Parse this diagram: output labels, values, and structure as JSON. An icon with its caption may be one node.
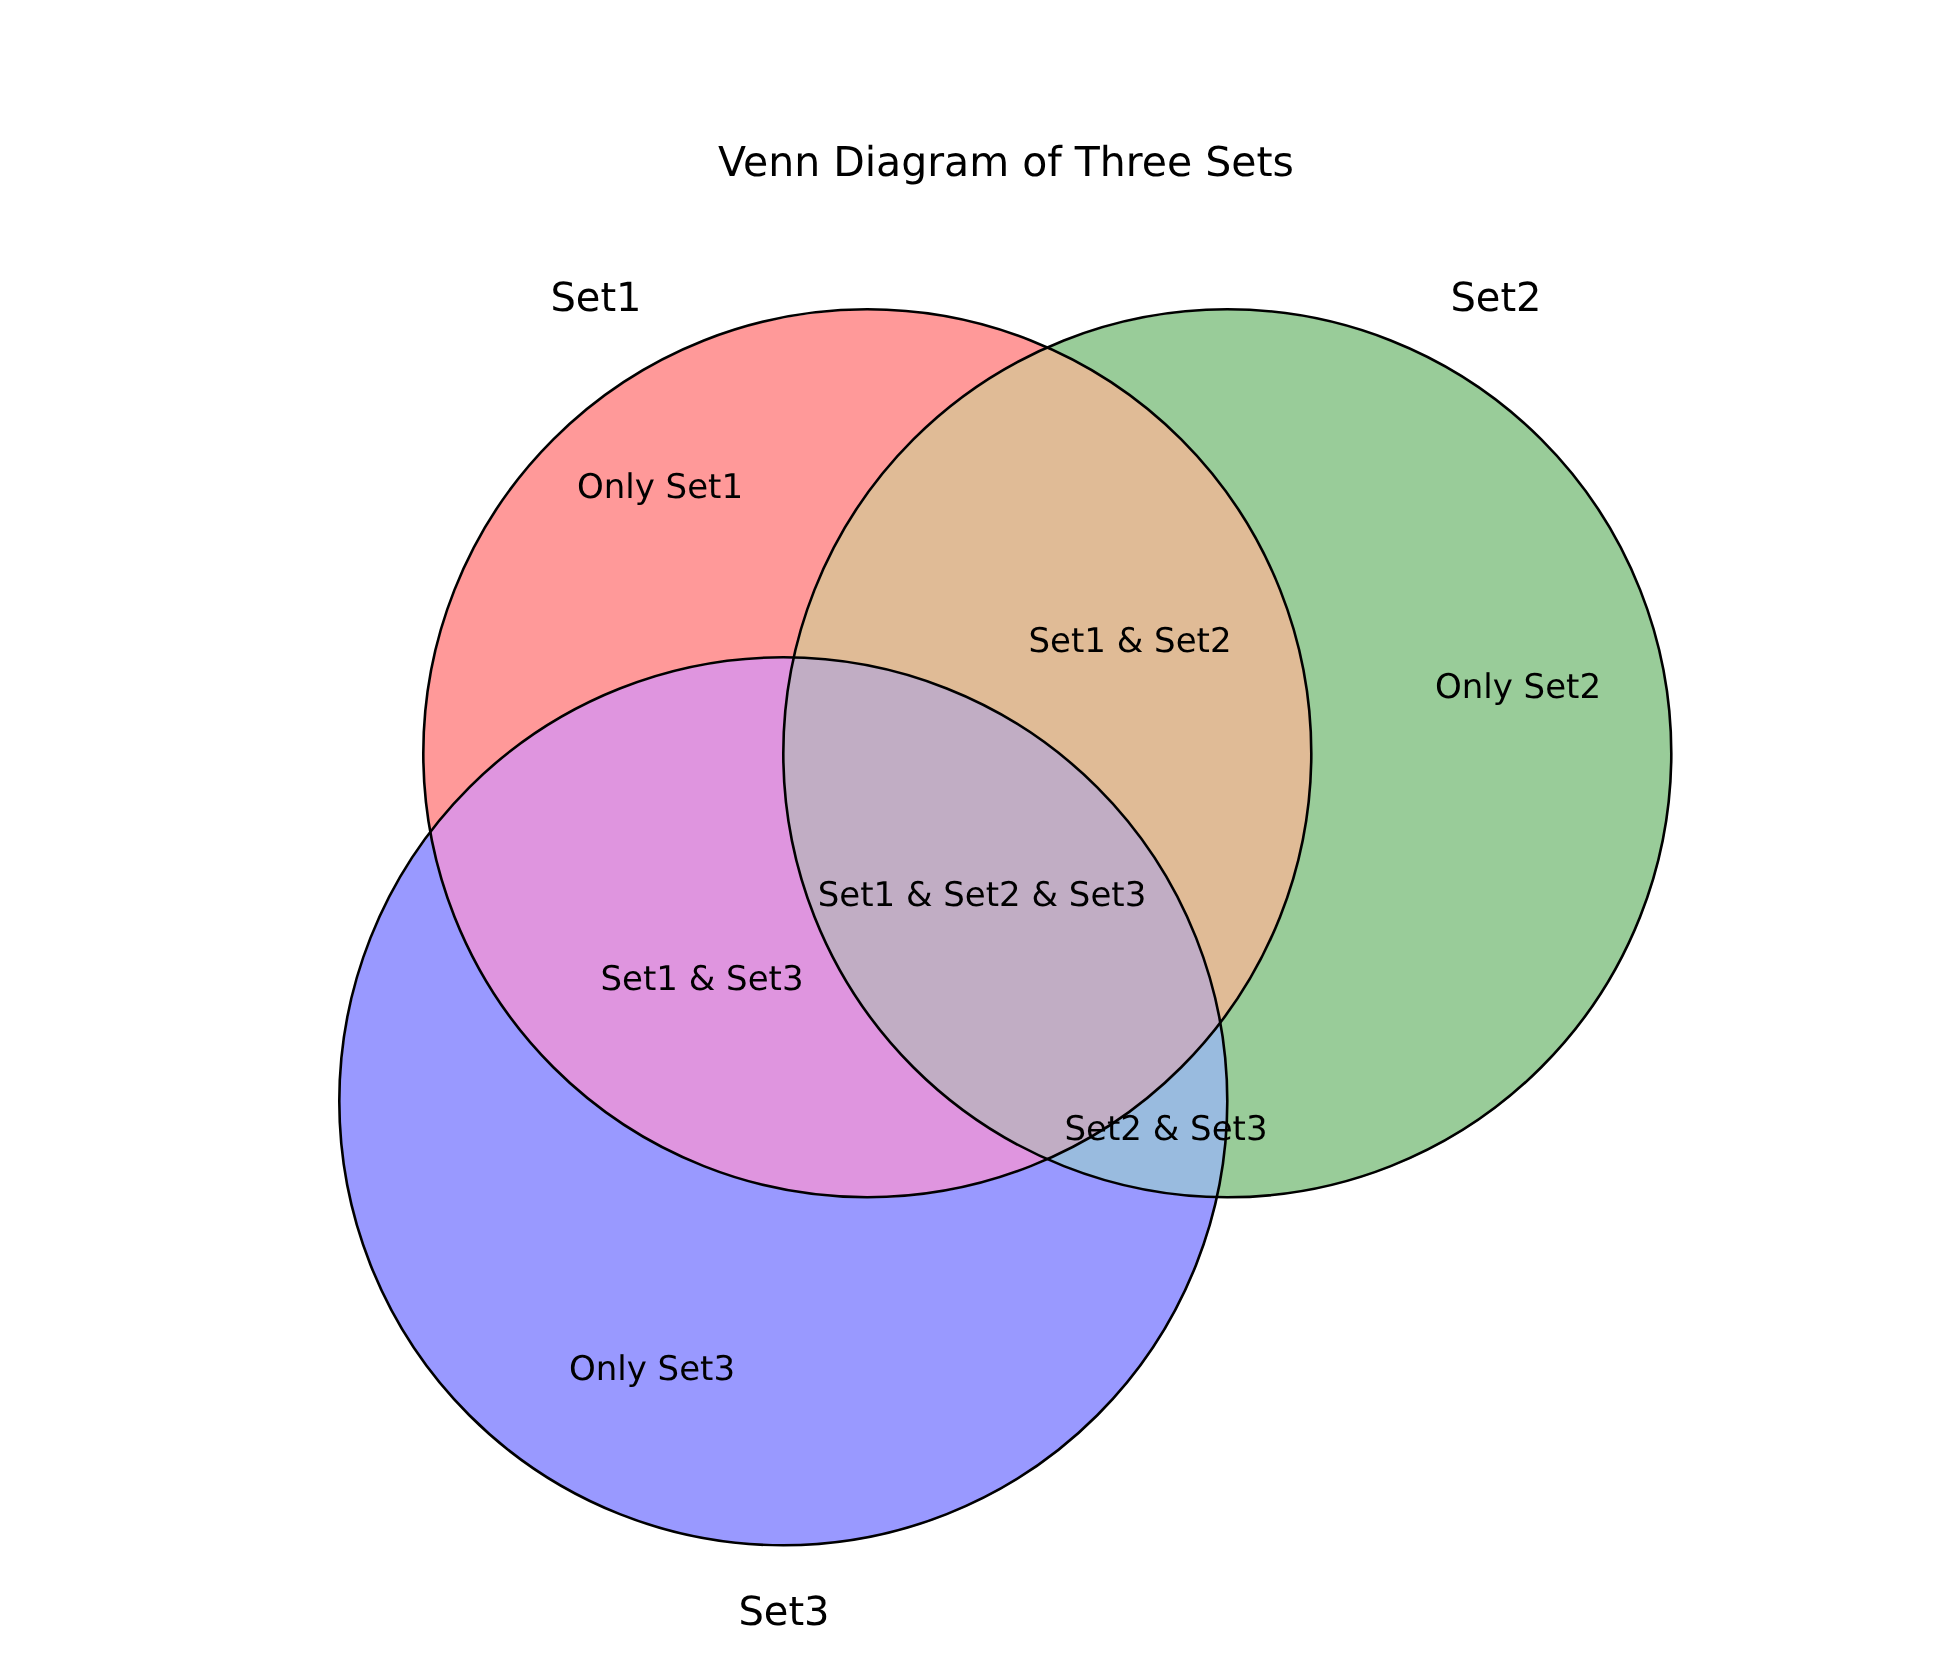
{
  "diagram": {
    "title": "Venn Diagram of Three Sets",
    "nodes": [
      {
        "text": [
          "Set1",
          "Only Set1"
        ]
      },
      {
        "text": [
          "Set2",
          "Only Set2"
        ]
      },
      {
        "text": [
          "Set3",
          "Only Set3"
        ]
      }
    ],
    "labels": [
      "Set1 & Set2",
      "Set1 & Set2 & Set3",
      "Set1 & Set3",
      "Set2 & Set3"
    ]
  }
}
